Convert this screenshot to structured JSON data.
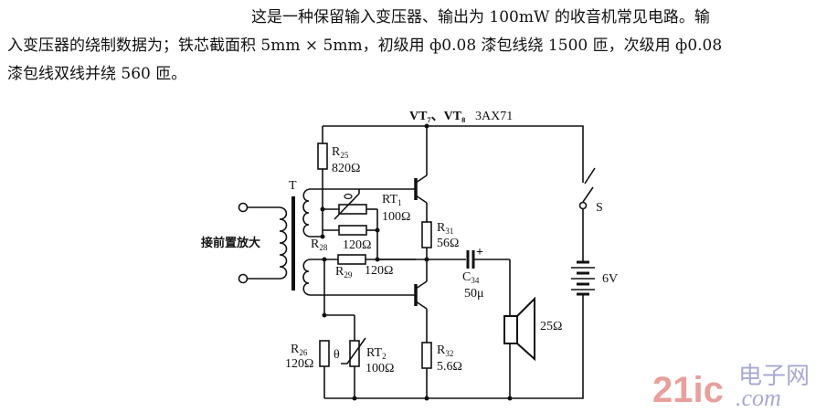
{
  "description": {
    "line1": "这是一种保留输入变压器、输出为 100mW 的收音机常见电路。输",
    "line2": "入变压器的绕制数据为；铁芯截面积 5mm × 5mm，初级用 ф0.08 漆包线绕 1500 匝，次级用 ф0.08",
    "line3": "漆包线双线并绕 560 匝。"
  },
  "circuit": {
    "transistors_label": "VT₇、VT₈",
    "transistor_model": "3AX71",
    "transformer": "T",
    "input_label": "接前置放大",
    "components": {
      "R25": {
        "name": "R",
        "sub": "25",
        "value": "820Ω"
      },
      "RT1": {
        "name": "RT",
        "sub": "1",
        "value": "100Ω"
      },
      "R28": {
        "name": "R",
        "sub": "28",
        "value": "120Ω"
      },
      "R29": {
        "name": "R",
        "sub": "29",
        "value": "120Ω"
      },
      "R31": {
        "name": "R",
        "sub": "31",
        "value": "56Ω"
      },
      "C34": {
        "name": "C",
        "sub": "34",
        "value": "50μ",
        "polarity": "+"
      },
      "R26": {
        "name": "R",
        "sub": "26",
        "value": "120Ω"
      },
      "RT2": {
        "name": "RT",
        "sub": "2",
        "value": "100Ω",
        "symbol": "θ"
      },
      "R32": {
        "name": "R",
        "sub": "32",
        "value": "5.6Ω"
      },
      "speaker": {
        "value": "25Ω"
      },
      "switch": {
        "name": "S"
      },
      "battery": {
        "value": "6V"
      }
    }
  },
  "watermark": {
    "part1": "21ic",
    "part2": "电子网",
    "part3": ".com"
  }
}
